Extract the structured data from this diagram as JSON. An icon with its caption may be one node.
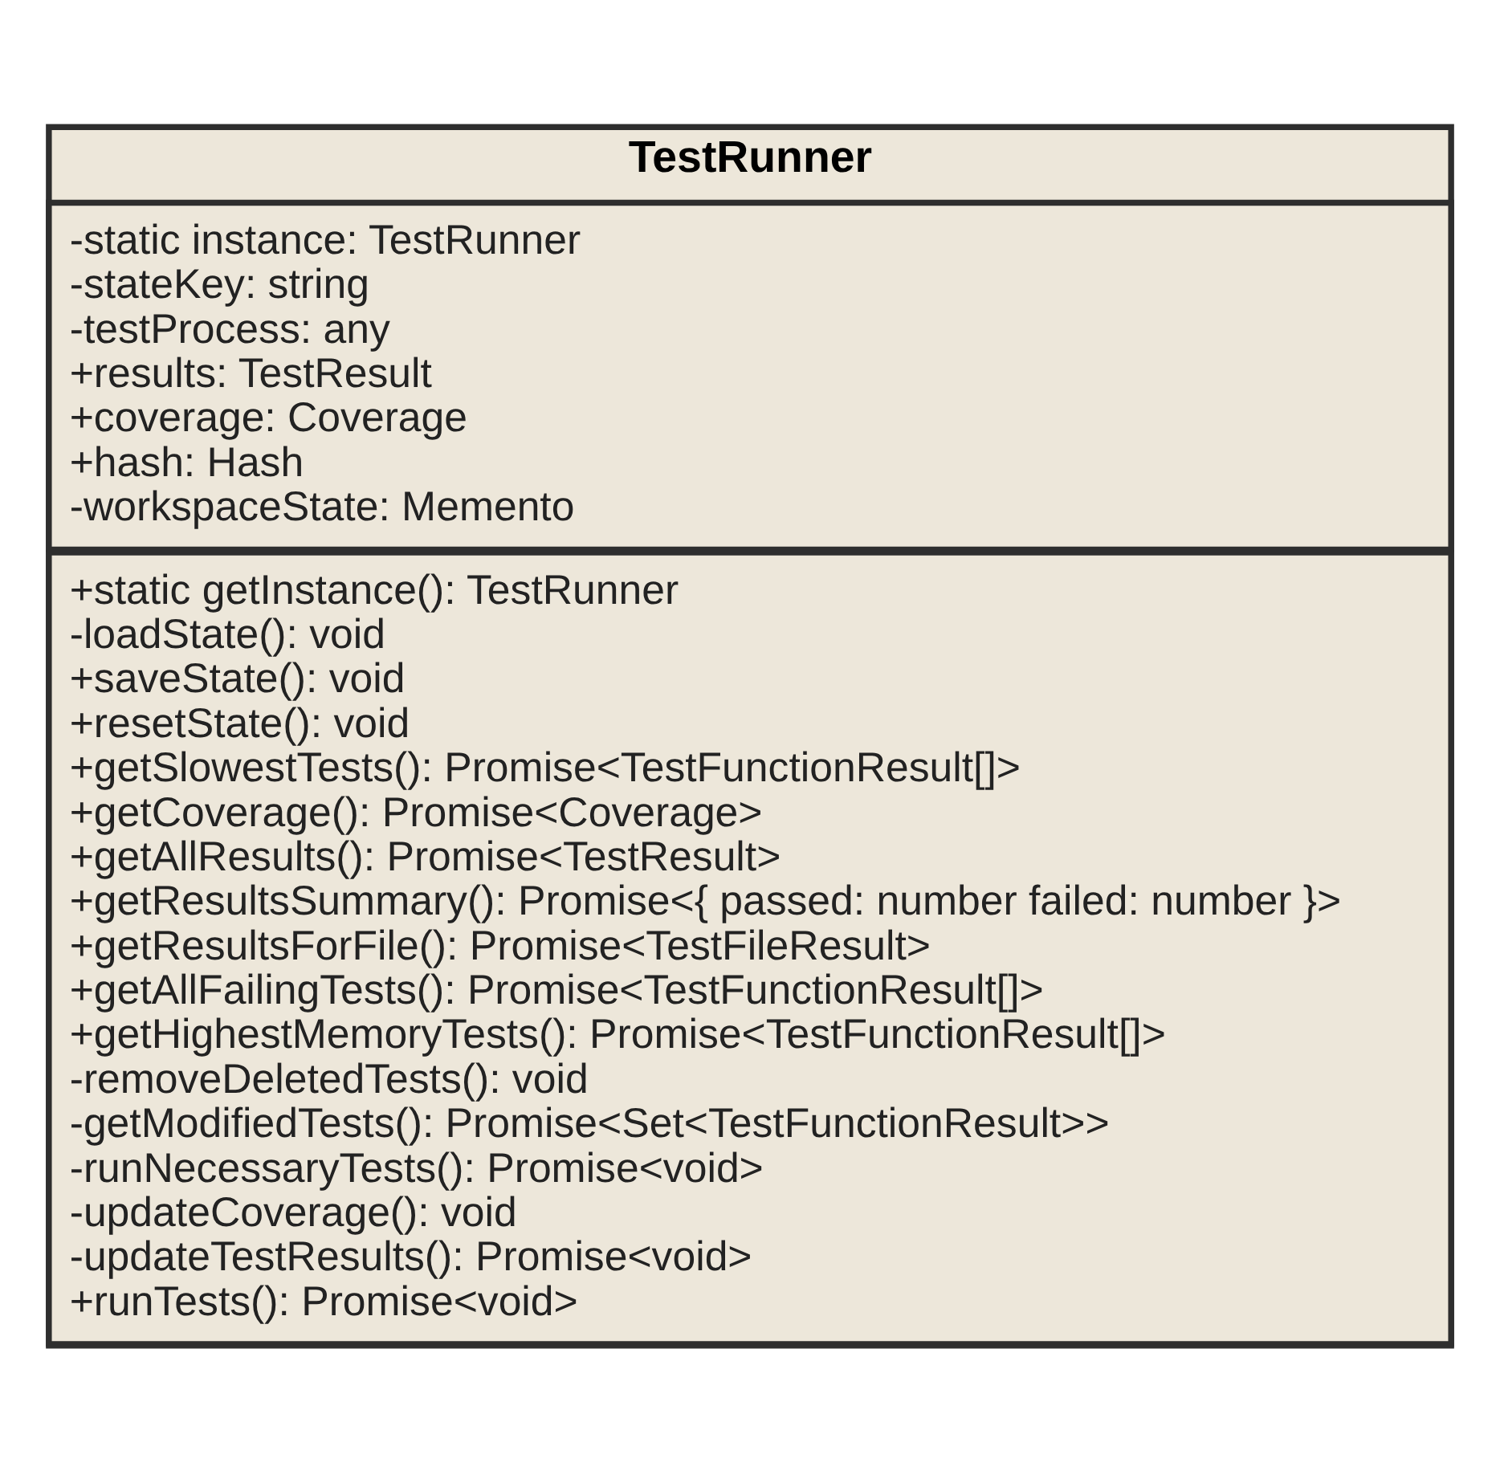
{
  "diagram": {
    "nodes": [
      {
        "text": [
          "TestRunner"
        ]
      },
      {
        "text": [
          "-static instance: TestRunner",
          "-stateKey: string",
          "-testProcess: any",
          "+results: TestResult",
          "+coverage: Coverage",
          "+hash: Hash",
          "-workspaceState: Memento"
        ],
        "in": 0
      },
      {
        "text": [
          "+static getInstance(): TestRunner",
          "-loadState(): void",
          "+saveState(): void",
          "+resetState(): void",
          "+getSlowestTests(): Promise<TestFunctionResult[]>",
          "+getCoverage(): Promise<Coverage>",
          "+getAllResults(): Promise<TestResult>",
          "+getResultsSummary(): Promise<{ passed: number failed: number }>",
          "+getResultsForFile(): Promise<TestFileResult>",
          "+getAllFailingTests(): Promise<TestFunctionResult[]>",
          "+getHighestMemoryTests(): Promise<TestFunctionResult[]>",
          "-removeDeletedTests(): void",
          "-getModifiedTests(): Promise<Set<TestFunctionResult>>",
          "-runNecessaryTests(): Promise<void>",
          "-updateCoverage(): void",
          "-updateTestResults(): Promise<void>",
          "+runTests(): Promise<void>"
        ],
        "in": 0
      }
    ],
    "edges": []
  }
}
